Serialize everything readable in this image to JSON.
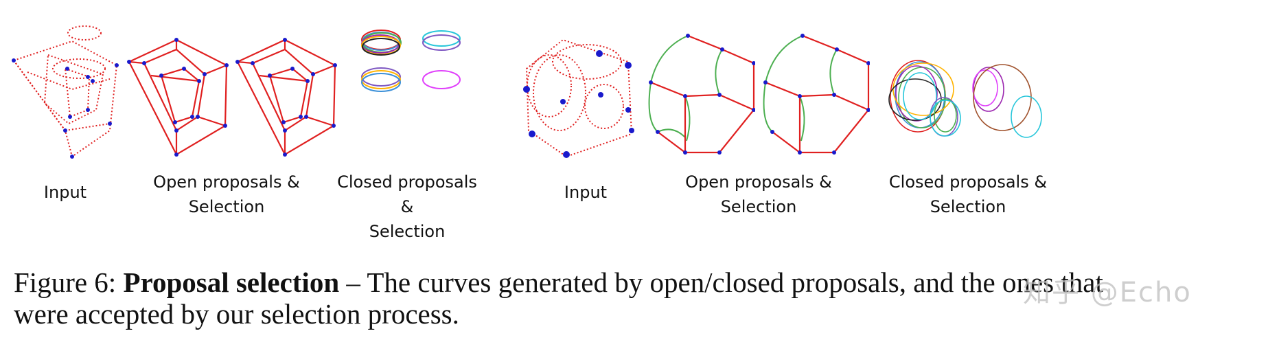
{
  "figure": {
    "left_group": {
      "input_label": "Input",
      "open_label_line1": "Open proposals &",
      "open_label_line2": "Selection",
      "closed_label_line1": "Closed proposals &",
      "closed_label_line2": "Selection"
    },
    "right_group": {
      "input_label": "Input",
      "open_label_line1": "Open proposals &",
      "open_label_line2": "Selection",
      "closed_label_line1": "Closed proposals &",
      "closed_label_line2": "Selection"
    }
  },
  "caption": {
    "prefix": "Figure 6: ",
    "bold": "Proposal selection",
    "rest_line1": " – The curves generated by open/closed proposals, and the ones that",
    "line2": "were accepted by our selection process."
  },
  "watermark": "知乎 @Echo",
  "colors": {
    "curve": "#e02020",
    "node": "#1a1acc",
    "green": "#4caf50"
  }
}
